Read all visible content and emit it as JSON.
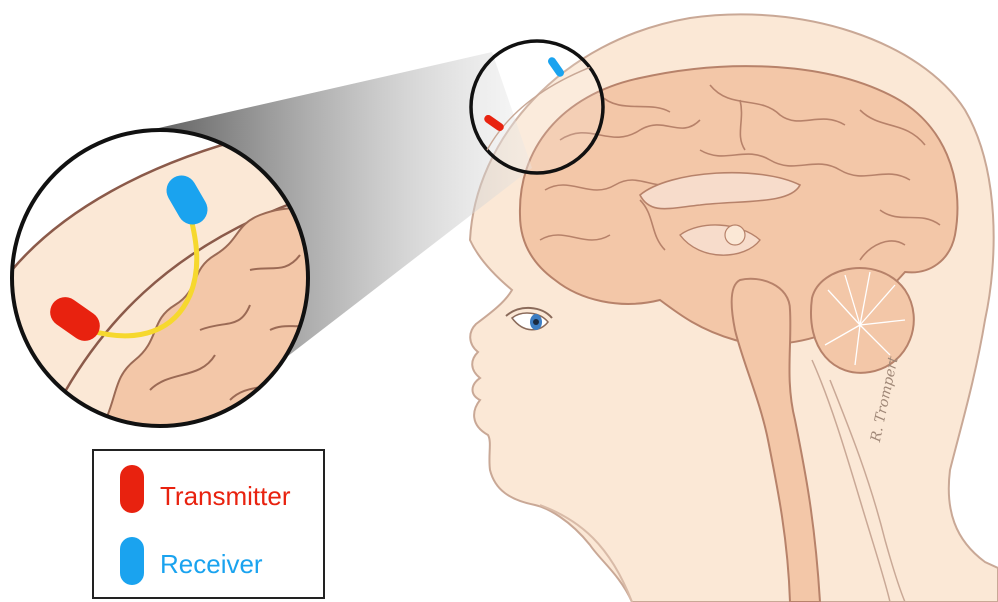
{
  "legend": {
    "items": [
      {
        "label": "Transmitter",
        "color": "#e8220f"
      },
      {
        "label": "Receiver",
        "color": "#1aa3ef"
      }
    ]
  },
  "artist_signature": "R. Trompert",
  "colors": {
    "skin": "#fbe8d6",
    "skin_outline": "#c9a896",
    "brain": "#f3c7a8",
    "brain_outline": "#b7826a",
    "light_path": "#f6d82e",
    "magnifier_cone": "#9a9a9a",
    "transmitter": "#e8220f",
    "receiver": "#1aa3ef"
  }
}
